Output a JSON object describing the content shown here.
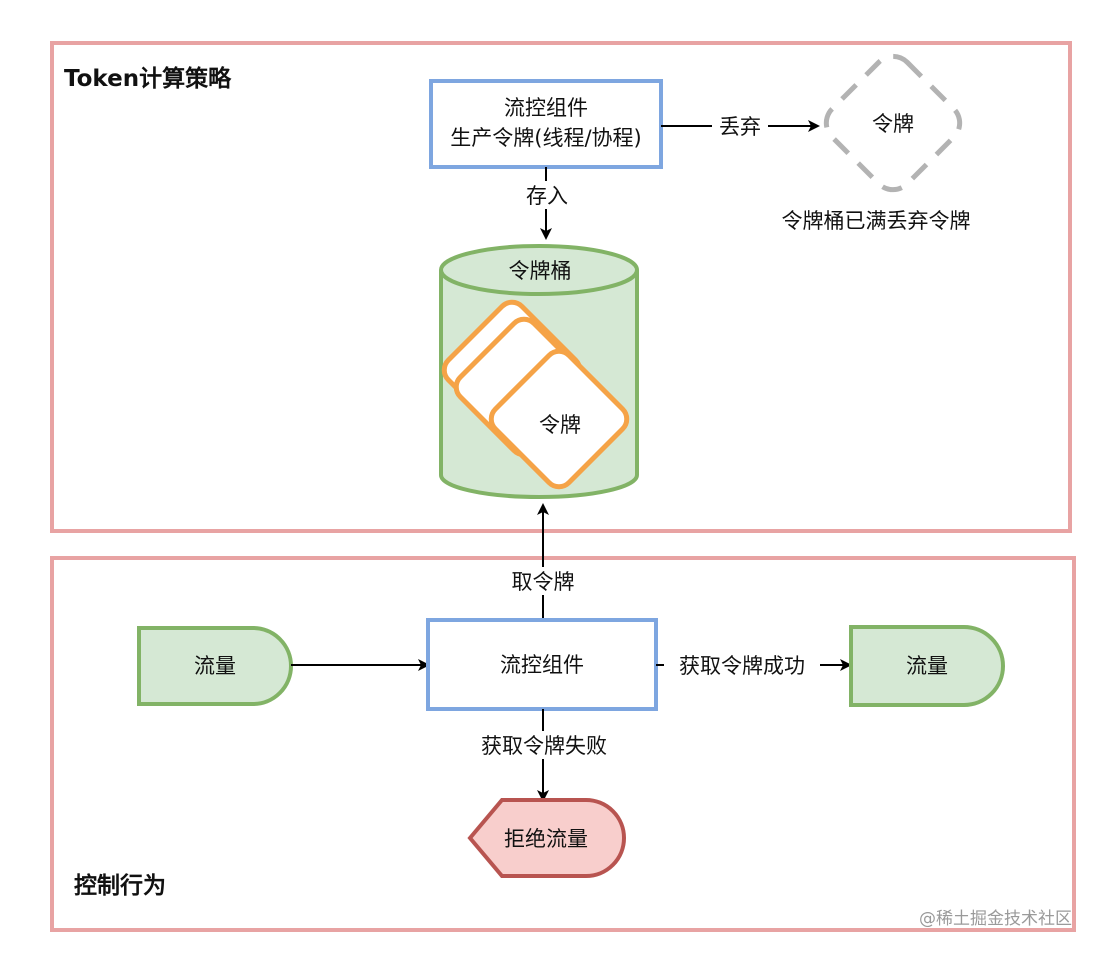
{
  "sections": {
    "top_title": "Token计算策略",
    "bottom_title": "控制行为"
  },
  "top": {
    "producer_line1": "流控组件",
    "producer_line2": "生产令牌(线程/协程)",
    "discard_label": "丢弃",
    "discarded_token": "令牌",
    "full_note": "令牌桶已满丢弃令牌",
    "store_label": "存入",
    "bucket_label": "令牌桶",
    "token_label": "令牌"
  },
  "bottom": {
    "take_label": "取令牌",
    "traffic_in": "流量",
    "component": "流控组件",
    "success_label": "获取令牌成功",
    "traffic_out": "流量",
    "fail_label": "获取令牌失败",
    "reject": "拒绝流量"
  },
  "watermark": "@稀土掘金技术社区",
  "colors": {
    "section_border": "#e8a3a3",
    "box_blue": "#7ea6e0",
    "green_fill": "#d5e8d4",
    "green_stroke": "#82b366",
    "orange": "#f5a347",
    "red_fill": "#f8cecc",
    "red_stroke": "#b85450",
    "gray_dash": "#b3b3b3"
  }
}
